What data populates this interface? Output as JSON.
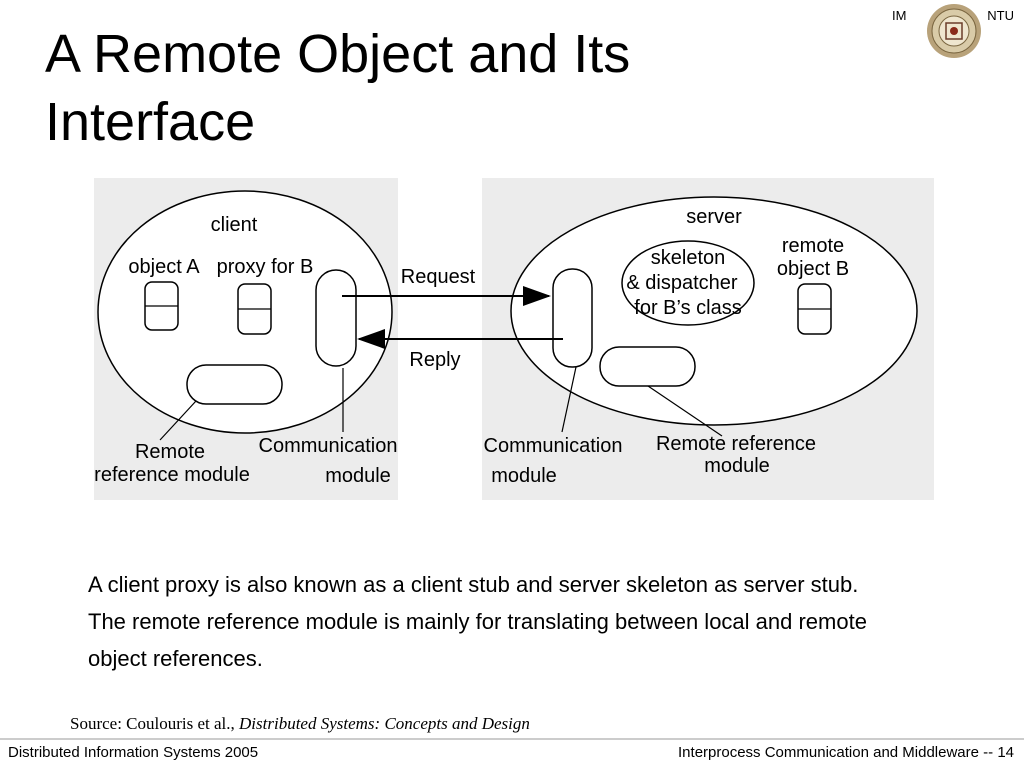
{
  "slide": {
    "title_line1": "A Remote Object and Its",
    "title_line2": "Interface",
    "badge": {
      "left": "IM",
      "right": "NTU"
    },
    "caption_line1": "A client proxy is also known as a client stub and server skeleton as server stub.",
    "caption_line2": "The remote reference module is mainly for translating between local and remote",
    "caption_line3": "object references.",
    "source_prefix": "Source: Coulouris et al., ",
    "source_title": "Distributed Systems: Concepts and Design",
    "footer_left": "Distributed Information Systems 2005",
    "footer_right": "Interprocess Communication and Middleware -- 14"
  },
  "diagram": {
    "client_label": "client",
    "object_a": "object A",
    "proxy_b": "proxy for B",
    "request": "Request",
    "reply": "Reply",
    "client_rrm_line1": "Remote",
    "client_rrm_line2": "reference module",
    "client_comm_line1": "Communication",
    "client_comm_line2": "module",
    "server_label": "server",
    "skeleton_line1": "skeleton",
    "skeleton_line2": "& dispatcher",
    "skeleton_line3": "for B’s class",
    "remote_obj_line1": "remote",
    "remote_obj_line2": "object B",
    "server_comm_line1": "Communication",
    "server_comm_line2": "module",
    "server_rrm_line1": "Remote reference",
    "server_rrm_line2": "module",
    "panel_color": "#ececec"
  }
}
